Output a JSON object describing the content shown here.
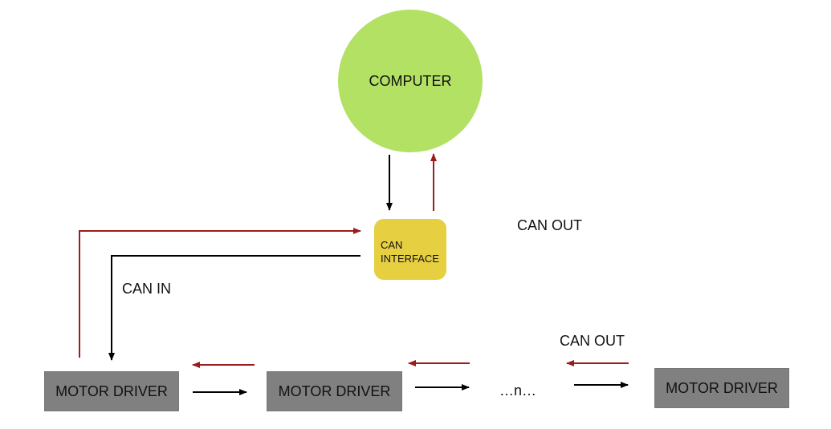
{
  "diagram": {
    "nodes": {
      "computer": "COMPUTER",
      "can_interface_line1": "CAN",
      "can_interface_line2": "INTERFACE",
      "motor_driver_1": "MOTOR DRIVER",
      "motor_driver_2": "MOTOR DRIVER",
      "motor_driver_n": "MOTOR DRIVER"
    },
    "labels": {
      "can_out_top": "CAN OUT",
      "can_in": "CAN IN",
      "can_out_bottom": "CAN OUT",
      "ellipsis_n": "…n…"
    },
    "colors": {
      "computer": "#b2e164",
      "can_interface": "#e7cf42",
      "motor_driver": "#808080",
      "can_out_wire": "#9b1c1c",
      "can_in_wire": "#000000"
    }
  }
}
